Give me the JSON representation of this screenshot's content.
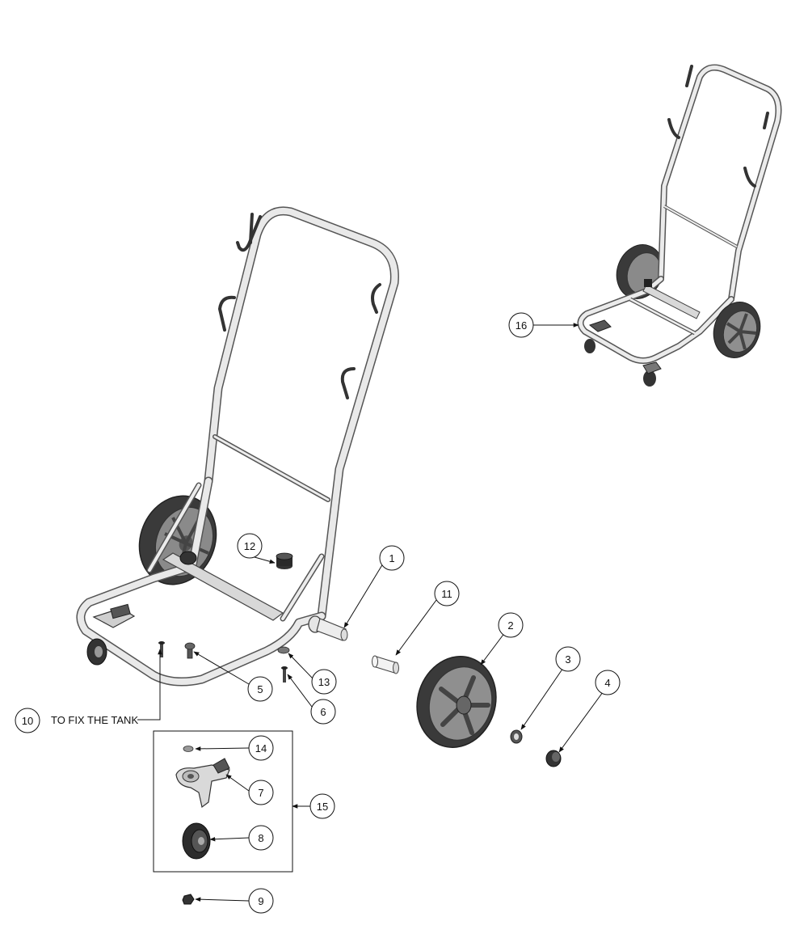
{
  "callouts": {
    "c1": "1",
    "c2": "2",
    "c3": "3",
    "c4": "4",
    "c5": "5",
    "c6": "6",
    "c7": "7",
    "c8": "8",
    "c9": "9",
    "c10": "10",
    "c11": "11",
    "c12": "12",
    "c13": "13",
    "c14": "14",
    "c15": "15",
    "c16": "16"
  },
  "note_10": "TO FIX THE TANK",
  "colors": {
    "line": "#111111",
    "frame_stroke": "#555555",
    "frame_fill": "#e9e9e9",
    "rubber": "#3a3a3a"
  }
}
